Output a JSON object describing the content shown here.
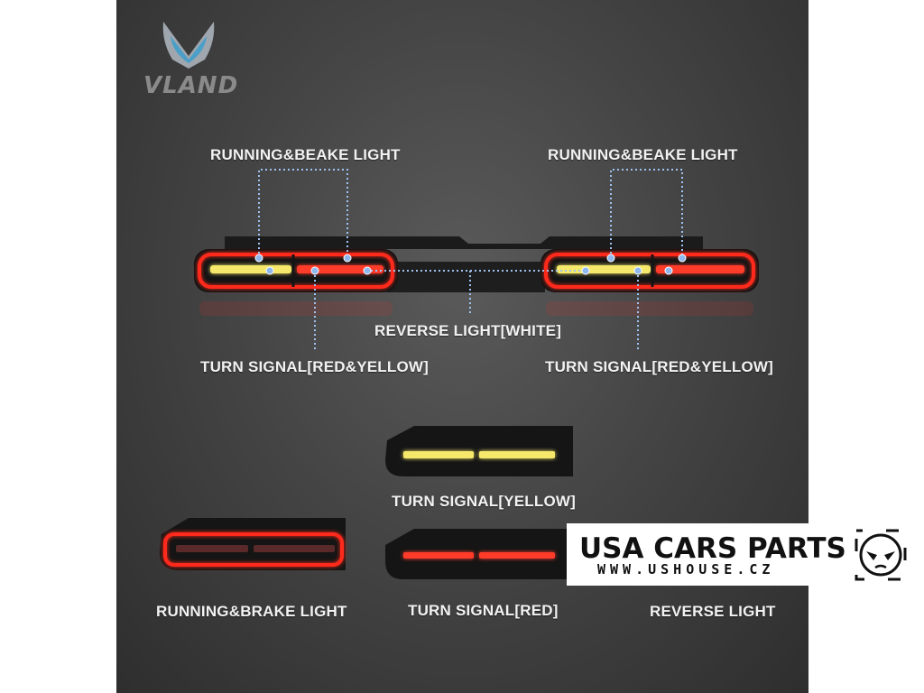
{
  "brand": {
    "name": "VLAND"
  },
  "labels": {
    "running_brake_left": "RUNNING&BEAKE LIGHT",
    "running_brake_right": "RUNNING&BEAKE LIGHT",
    "reverse_white": "REVERSE LIGHT[WHITE]",
    "turn_signal_left": "TURN SIGNAL[RED&YELLOW]",
    "turn_signal_right": "TURN SIGNAL[RED&YELLOW]",
    "turn_signal_yellow": "TURN SIGNAL[YELLOW]",
    "running_brake_light": "RUNNING&BRAKE LIGHT",
    "turn_signal_red": "TURN SIGNAL[RED]",
    "reverse_light": "REVERSE LIGHT"
  },
  "watermark": {
    "title": "USA CARS PARTS",
    "url": "WWW.USHOUSE.CZ"
  },
  "colors": {
    "red_light": "#ff2a1a",
    "yellow_light": "#f5e86a",
    "dot": "#8fb8ee",
    "panel": "#454545"
  }
}
